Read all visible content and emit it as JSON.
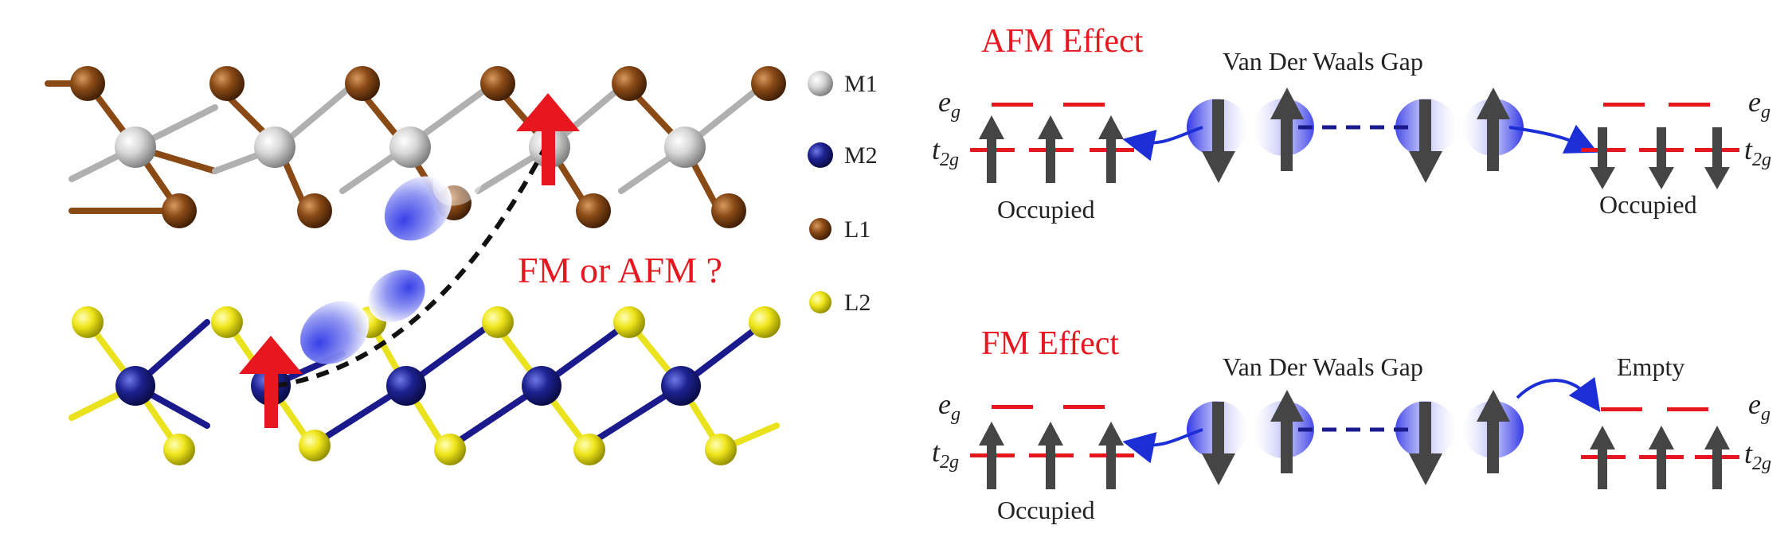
{
  "left_panel": {
    "question": "FM or AFM ?",
    "legend": [
      {
        "label": "M1",
        "color": "#b7b7b7"
      },
      {
        "label": "M2",
        "color": "#1a1a8c"
      },
      {
        "label": "L1",
        "color": "#8a4a16"
      },
      {
        "label": "L2",
        "color": "#e9e21c"
      }
    ],
    "colors": {
      "spin_arrow": "#e8171f",
      "path": "#111111",
      "orbital": "#3b3be0"
    }
  },
  "afm_panel": {
    "title": "AFM Effect",
    "gap_label": "Van Der Waals Gap",
    "left_occupied": "Occupied",
    "right_occupied": "Occupied"
  },
  "fm_panel": {
    "title": "FM Effect",
    "gap_label": "Van Der Waals Gap",
    "left_occupied": "Occupied",
    "right_label": "Empty"
  },
  "labels": {
    "eg_main": "e",
    "eg_sub": "g",
    "t2g_main": "t",
    "t2g_sub": "2g"
  },
  "colors": {
    "level": "#e8171f",
    "arrow": "#454545",
    "hop": "#1c2fd6",
    "title": "#e8171f"
  }
}
